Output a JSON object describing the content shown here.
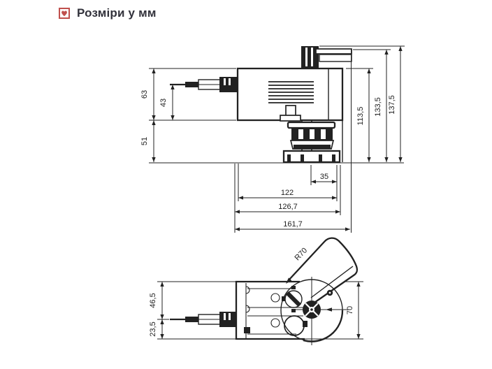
{
  "page": {
    "title": "Розміри у мм",
    "bullet_icon": "checkbox-marker-icon",
    "accent_color": "#c0504d",
    "line_color": "#222222"
  },
  "side_view": {
    "label_63": "63",
    "label_43": "43",
    "label_51": "51",
    "label_113_5": "113,5",
    "label_133_5": "133,5",
    "label_137_5": "137,5",
    "label_35": "35",
    "label_122": "122",
    "label_126_7": "126,7",
    "label_161_7": "161,7"
  },
  "top_view": {
    "label_46_5": "46,5",
    "label_23_5": "23,5",
    "label_70": "70",
    "label_r70": "R70"
  }
}
